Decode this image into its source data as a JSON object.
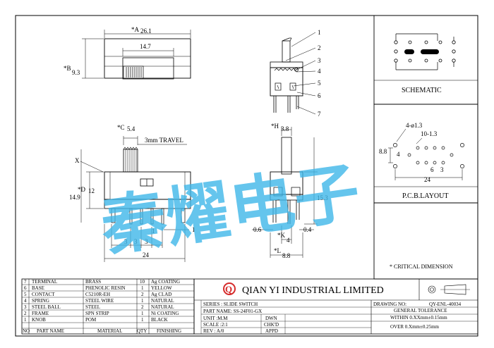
{
  "top_view": {
    "dim_a_label": "*A",
    "dim_a_value": "26.1",
    "dim_inner": "14.7",
    "dim_b_label": "*B",
    "dim_b_value": "9.3"
  },
  "side_callouts": [
    "1",
    "2",
    "3",
    "4",
    "5",
    "6",
    "7"
  ],
  "front_view": {
    "dim_c_label": "*C",
    "dim_c_value": "5.4",
    "travel": "3mm TRAVEL",
    "x_label": "X",
    "dim_d_label": "*D",
    "dim_d_value": "12",
    "dim_height": "14.9",
    "pitch_a": "3",
    "pitch_b": "3",
    "pitch_c": "3",
    "pin_w": "1",
    "pin_w2": "1",
    "dim_total": "24"
  },
  "end_view": {
    "dim_h_label": "*H",
    "dim_h_value": "3.8",
    "dim_height": "15.3",
    "pin_a": "0.6",
    "pin_b": "0.4",
    "dim_k_label": "*K",
    "dim_k_value": "4",
    "dim_l_label": "*L",
    "dim_l_value": "8.8"
  },
  "schematic": {
    "title": "SCHEMATIC"
  },
  "pcb": {
    "title": "P.C.B.LAYOUT",
    "holes_a": "4-ø1.3",
    "holes_b": "10-1.3",
    "dim_88": "8.8",
    "dim_4": "4",
    "dim_24": "24",
    "dim_6": "6",
    "dim_3": "3"
  },
  "watermark": "秦燿电子",
  "critical_note": "* CRITICAL DIMENSION",
  "bom": {
    "rows": [
      {
        "no": "7",
        "part": "TERMINAL",
        "material": "BRASS",
        "qty": "10",
        "finish": "Ag COATING"
      },
      {
        "no": "6",
        "part": "BASE",
        "material": "PHENOLIC RESIN",
        "qty": "1",
        "finish": "YELLOW"
      },
      {
        "no": "5",
        "part": "CONTACT",
        "material": "C5210R-EH",
        "qty": "2",
        "finish": "Ag CLAD"
      },
      {
        "no": "4",
        "part": "SPRING",
        "material": "STEEL WIRE",
        "qty": "1",
        "finish": "NATURAL"
      },
      {
        "no": "3",
        "part": "STEEL BALL",
        "material": "STEEL",
        "qty": "2",
        "finish": "NATURAL"
      },
      {
        "no": "2",
        "part": "FRAME",
        "material": "SPN STRIP",
        "qty": "1",
        "finish": "Ni COATING"
      },
      {
        "no": "1",
        "part": "KNOB",
        "material": "POM",
        "qty": "1",
        "finish": "BLACK"
      }
    ],
    "header": {
      "no": "NO",
      "part": "PART NAME",
      "material": "MATERIAL",
      "qty": "QTY",
      "finish": "FINISHING"
    }
  },
  "title_block": {
    "company": "QIAN YI INDUSTRIAL LIMITED",
    "logo_letter": "Q",
    "series": "SERIES : SLIDE SWITCH",
    "part_name": "PART NAME: SS-24F01-GX",
    "unit": "UNIT :M.M",
    "scale": "SCALE :2:1",
    "rev": "REV   : A/0",
    "dwn": "DWN",
    "chkd": "CHK'D",
    "appd": "APPD",
    "drawing_no_label": "DRAWING NO:",
    "drawing_no": "QY-ENL-40034",
    "general_tol": "GENERAL TOLERANCE",
    "tol_1": "WITHIN 0.XXmm±0.15mm",
    "tol_2": "OVER   0.Xmm±0.25mm"
  }
}
